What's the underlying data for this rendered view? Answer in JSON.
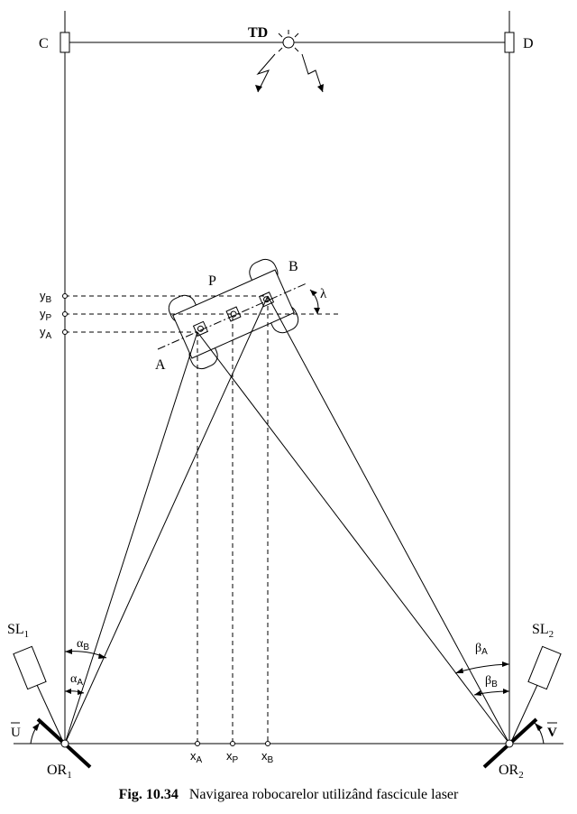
{
  "labels": {
    "C": "C",
    "D": "D",
    "TD": "TD",
    "P": "P",
    "A": "A",
    "B": "B",
    "lambda": "λ",
    "SL1": "SL",
    "SL1_sub": "1",
    "SL2": "SL",
    "SL2_sub": "2",
    "OR1": "OR",
    "OR1_sub": "1",
    "OR2": "OR",
    "OR2_sub": "2",
    "U": "U",
    "V": "V",
    "alphaB": "α",
    "alphaB_sub": "B",
    "alphaA": "α",
    "alphaA_sub": "A",
    "betaA": "β",
    "betaA_sub": "A",
    "betaB": "β",
    "betaB_sub": "B",
    "yB": "y",
    "yB_sub": "B",
    "yP": "y",
    "yP_sub": "P",
    "yA": "y",
    "yA_sub": "A",
    "xA": "x",
    "xA_sub": "A",
    "xP": "x",
    "xP_sub": "P",
    "xB": "x",
    "xB_sub": "B"
  },
  "caption": {
    "number": "Fig. 10.34",
    "text": "Navigarea robocarelor utilizând fascicule laser"
  }
}
